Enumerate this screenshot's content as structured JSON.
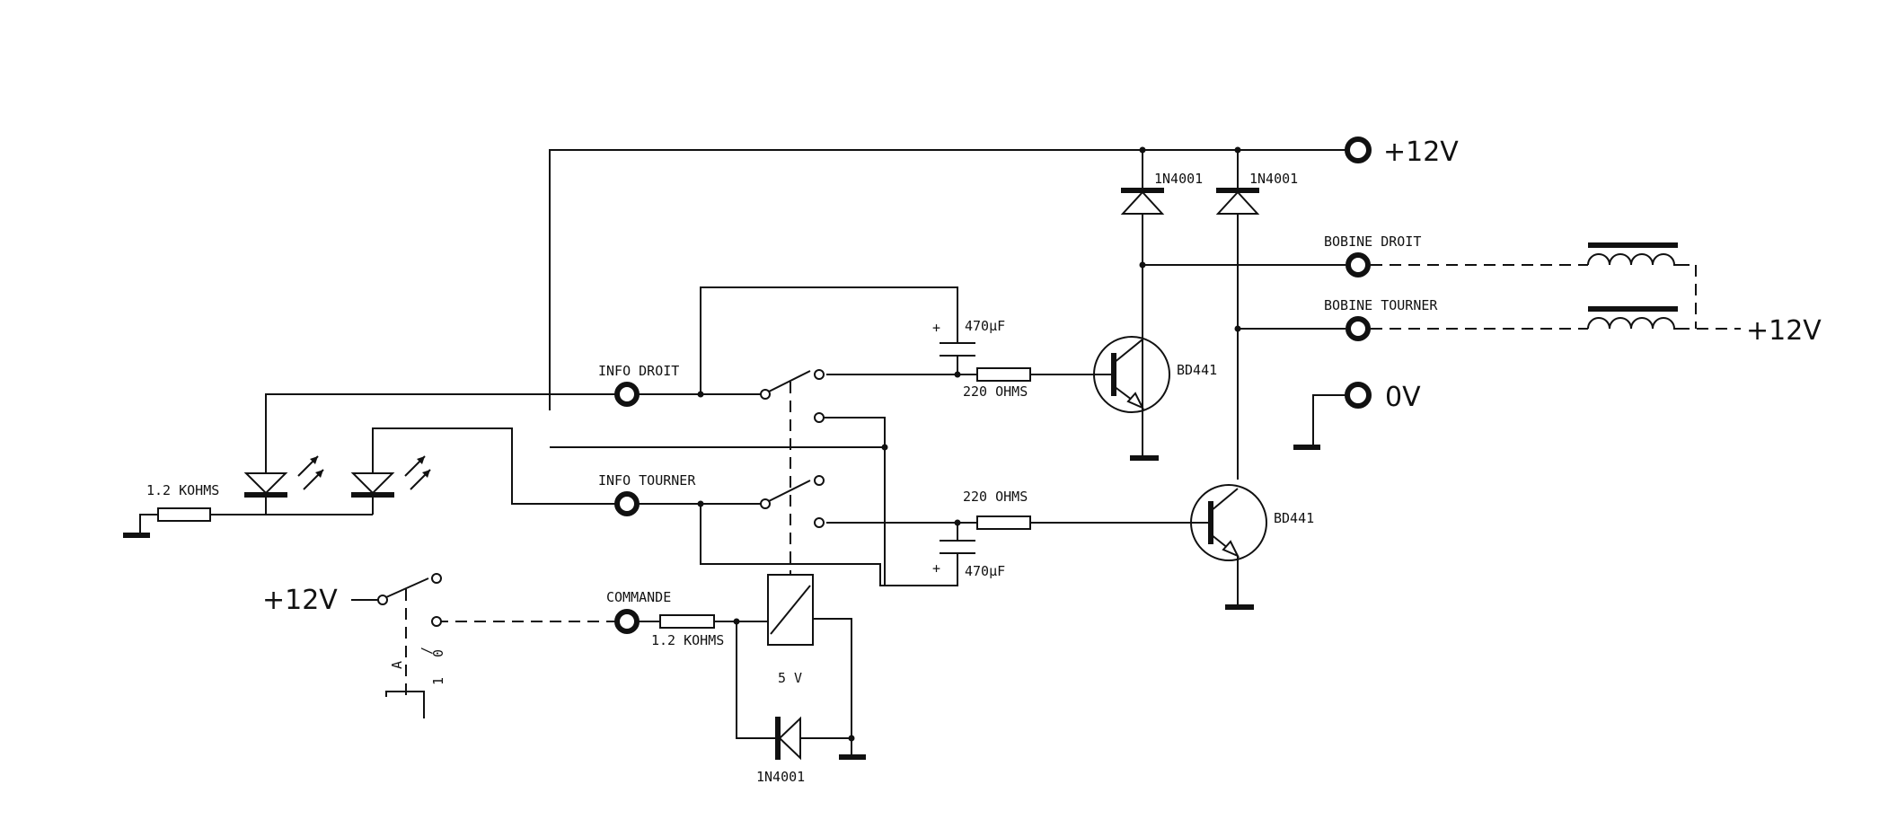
{
  "labels": {
    "v12_top": "+12V",
    "v12_right": "+12V",
    "v12_left": "+12V",
    "zero_v": "0V",
    "diode1": "1N4001",
    "diode2": "1N4001",
    "diode3": "1N4001",
    "bobine_droit": "BOBINE DROIT",
    "bobine_tourner": "BOBINE TOURNER",
    "cap1": "470μF",
    "cap2": "470μF",
    "r220_top": "220 OHMS",
    "r220_bottom": "220 OHMS",
    "bd441_top": "BD441",
    "bd441_bottom": "BD441",
    "info_droit": "INFO DROIT",
    "info_tourner": "INFO TOURNER",
    "commande": "COMMANDE",
    "r12k_led": "1.2 KOHMS",
    "r12k_cmd": "1.2 KOHMS",
    "relay_voltage": "5 V",
    "sw_a": "A",
    "sw_slash": "/",
    "sw_0": "0",
    "sw_1": "1",
    "cap_plus_1": "+",
    "cap_plus_2": "+"
  }
}
